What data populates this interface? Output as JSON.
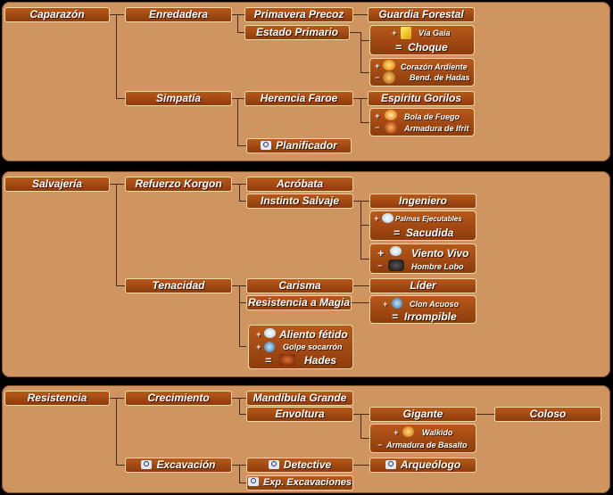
{
  "tree1": {
    "root": "Caparazón",
    "enredadera": "Enredadera",
    "primavera": "Primavera Precoz",
    "guardia": "Guardia Forestal",
    "estado": "Estado Primario",
    "combo1": {
      "plus": "+",
      "line1": "Vía Gaia",
      "eq": "=",
      "result": "Choque"
    },
    "combo2": {
      "plus": "+",
      "line1": "Corazón Ardiente",
      "minus": "−",
      "line2": "Bend. de Hadas"
    },
    "simpatia": "Simpatía",
    "herencia": "Herencia Faroe",
    "espiritu": "Espíritu Gorilos",
    "combo3": {
      "plus": "+",
      "line1": "Bola de Fuego",
      "minus": "−",
      "line2": "Armadura de Ifrit"
    },
    "planificador": "Planificador"
  },
  "tree2": {
    "root": "Salvajería",
    "refuerzo": "Refuerzo Korgon",
    "acrobata": "Acróbata",
    "instinto": "Instinto Salvaje",
    "ingeniero": "Ingeniero",
    "combo1": {
      "plus": "+",
      "line1": "Palmas Ejecutables",
      "eq": "=",
      "result": "Sacudida"
    },
    "combo2": {
      "plus": "+",
      "line1": "Viento Vivo",
      "minus": "−",
      "line2": "Hombre Lobo"
    },
    "tenacidad": "Tenacidad",
    "carisma": "Carisma",
    "lider": "Líder",
    "resistencia_magia": "Resistencia a Magia",
    "combo3": {
      "plus": "+",
      "line1": "Clon Acuoso",
      "eq": "=",
      "result": "Irrompible"
    },
    "combo4": {
      "plus1": "+",
      "line1": "Aliento fétido",
      "plus2": "+",
      "line2": "Golpe socarrón",
      "eq": "=",
      "result": "Hades"
    }
  },
  "tree3": {
    "root": "Resistencia",
    "crecimiento": "Crecimiento",
    "mandibula": "Mandíbula Grande",
    "envoltura": "Envoltura",
    "gigante": "Gigante",
    "coloso": "Coloso",
    "combo1": {
      "plus": "+",
      "line1": "Walkido",
      "minus": "−",
      "line2": "Armadura de Basalto"
    },
    "excavacion": "Excavación",
    "detective": "Detective",
    "arqueologo": "Arqueólogo",
    "exp": "Exp. Excavaciones"
  }
}
